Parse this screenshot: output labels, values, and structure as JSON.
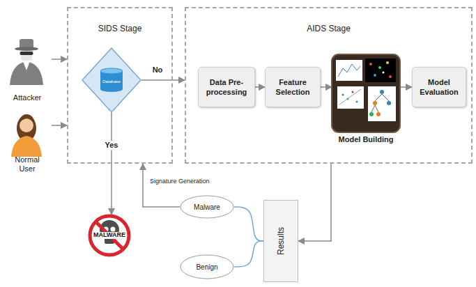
{
  "diagram": {
    "nodes": [
      {
        "text": [
          "Attacker"
        ]
      },
      {
        "text": [
          "Normal User"
        ]
      },
      {
        "text": [
          "SIDS Stage"
        ]
      },
      {
        "text": [
          "Database"
        ],
        "in": 2
      },
      {
        "text": [
          "AIDS Stage"
        ]
      },
      {
        "text": [
          "Data Pre- processing"
        ],
        "in": 4
      },
      {
        "text": [
          "Feature Selection"
        ],
        "in": 4
      },
      {
        "text": [
          "Model Building"
        ],
        "in": 4
      },
      {
        "text": [
          "Model Evaluation"
        ],
        "in": 4
      },
      {
        "text": [
          "Results"
        ]
      },
      {
        "text": [
          "Malware"
        ]
      },
      {
        "text": [
          "Benign"
        ]
      },
      {
        "text": [
          "MALWARE"
        ]
      }
    ],
    "edges": [
      {
        "from": 0,
        "to": 2,
        "arrow": "to"
      },
      {
        "from": 1,
        "to": 2,
        "arrow": "to"
      },
      {
        "from": 3,
        "to": 4,
        "label": "No",
        "arrow": "to"
      },
      {
        "from": 5,
        "to": 6,
        "arrow": "to"
      },
      {
        "from": 6,
        "to": 7,
        "arrow": "to"
      },
      {
        "from": 7,
        "to": 8,
        "arrow": "to"
      },
      {
        "from": 3,
        "to": 12,
        "label": "Yes",
        "arrow": "to"
      },
      {
        "from": 4,
        "to": 9,
        "arrow": "to"
      },
      {
        "from": 9,
        "to": 10,
        "arrow": "none"
      },
      {
        "from": 9,
        "to": 11,
        "arrow": "none"
      },
      {
        "from": 10,
        "to": 2,
        "label": "Signature Generation",
        "arrow": "to"
      }
    ]
  }
}
